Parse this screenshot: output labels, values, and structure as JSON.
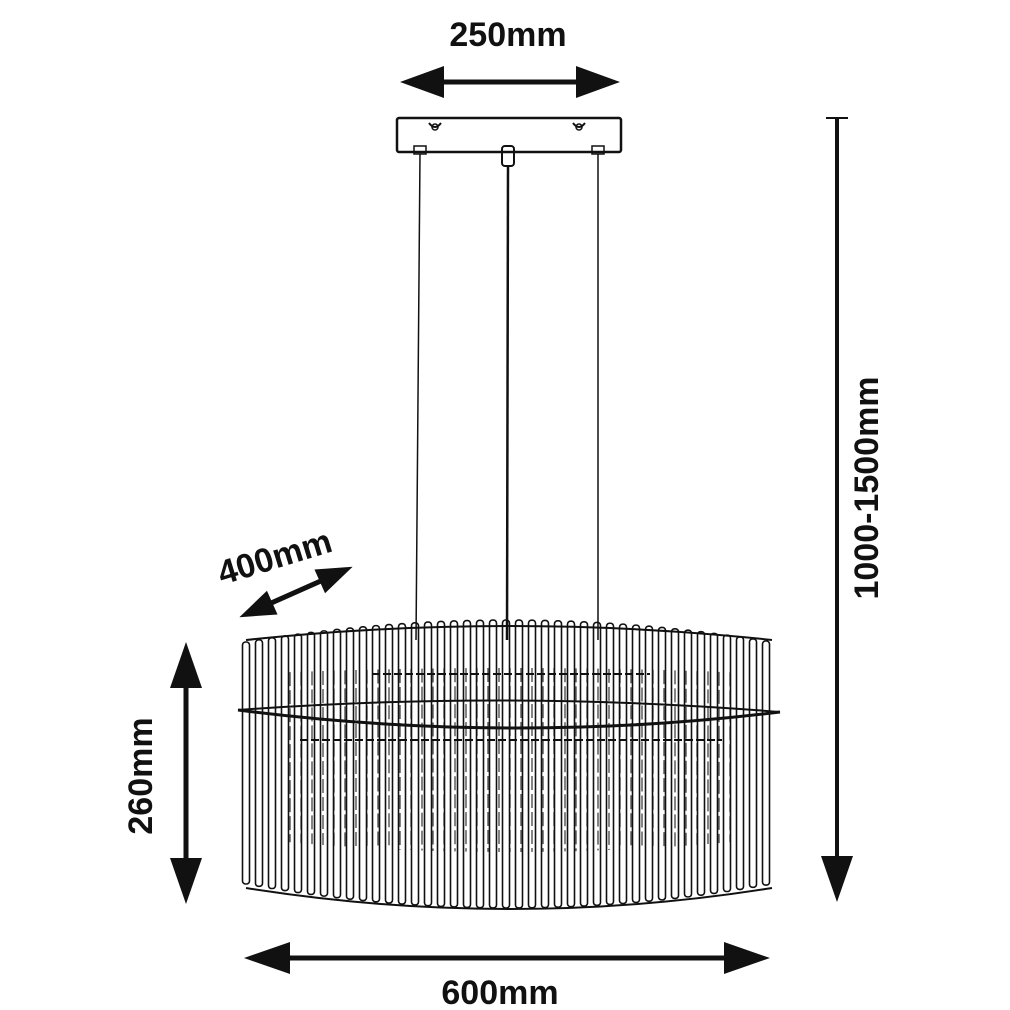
{
  "dimensions": {
    "canopy_width": "250mm",
    "depth": "400mm",
    "height": "260mm",
    "overall_drop": "1000-1500mm",
    "width": "600mm"
  },
  "icons": {
    "arrow": "double-headed-arrow-icon",
    "fixture": "crystal-rod-pendant-chandelier",
    "canopy": "ceiling-canopy-plate"
  }
}
